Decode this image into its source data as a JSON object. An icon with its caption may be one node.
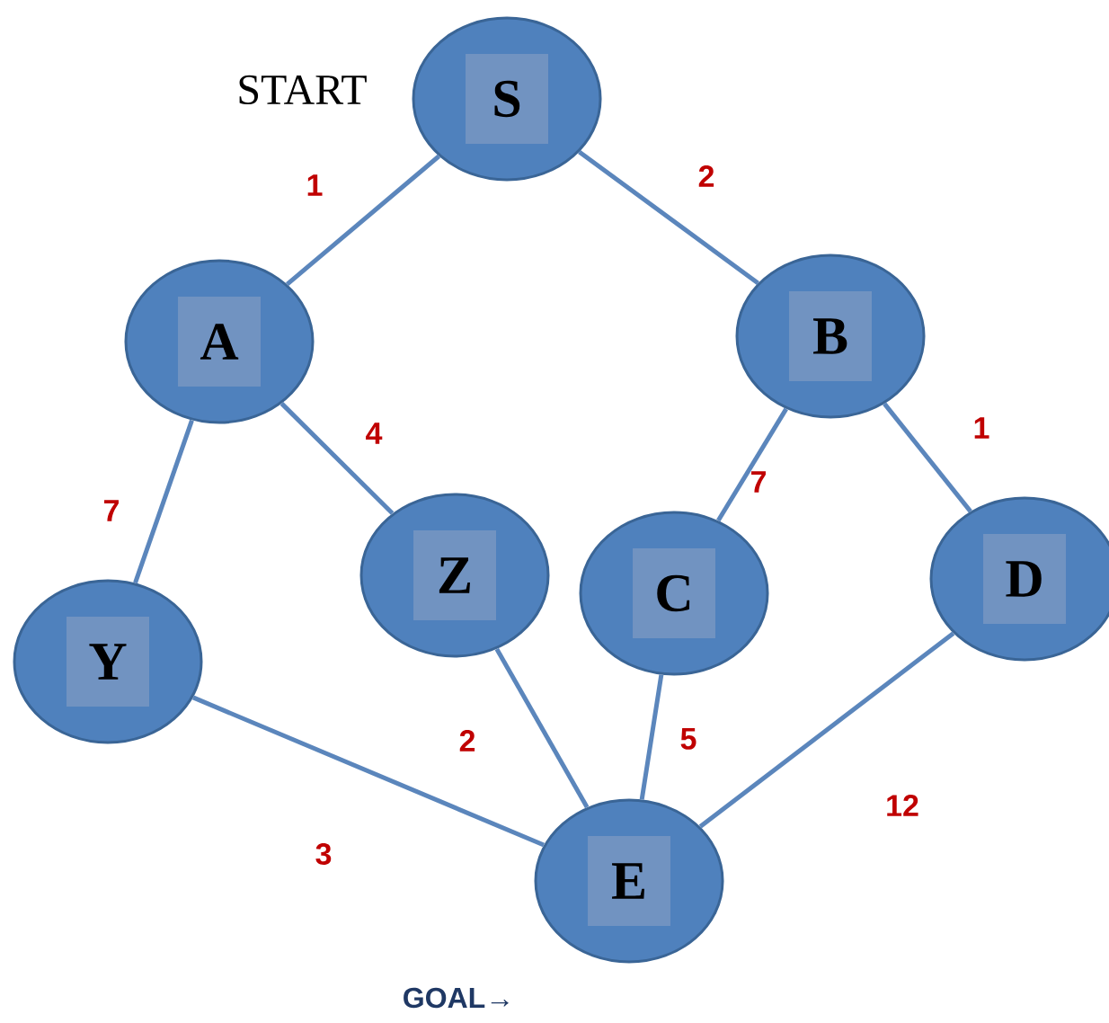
{
  "diagram": {
    "nodes": [
      {
        "text": [
          "S"
        ],
        "beside": [
          "START"
        ]
      },
      {
        "text": [
          "A"
        ]
      },
      {
        "text": [
          "B"
        ]
      },
      {
        "text": [
          "Y"
        ]
      },
      {
        "text": [
          "Z"
        ]
      },
      {
        "text": [
          "C"
        ]
      },
      {
        "text": [
          "D"
        ]
      },
      {
        "text": [
          "E"
        ],
        "beside": [
          "GOAL→"
        ]
      }
    ],
    "edges": [
      {
        "from": 0,
        "to": 1,
        "arrow": "none",
        "label": "1"
      },
      {
        "from": 0,
        "to": 2,
        "arrow": "none",
        "label": "2"
      },
      {
        "from": 1,
        "to": 3,
        "arrow": "none",
        "label": "7"
      },
      {
        "from": 1,
        "to": 4,
        "arrow": "none",
        "label": "4"
      },
      {
        "from": 2,
        "to": 5,
        "arrow": "none",
        "label": "7"
      },
      {
        "from": 2,
        "to": 6,
        "arrow": "none",
        "label": "1"
      },
      {
        "from": 3,
        "to": 7,
        "arrow": "none",
        "label": "3"
      },
      {
        "from": 4,
        "to": 7,
        "arrow": "none",
        "label": "2"
      },
      {
        "from": 5,
        "to": 7,
        "arrow": "none",
        "label": "5"
      },
      {
        "from": 6,
        "to": 7,
        "arrow": "none",
        "label": "12"
      }
    ]
  }
}
